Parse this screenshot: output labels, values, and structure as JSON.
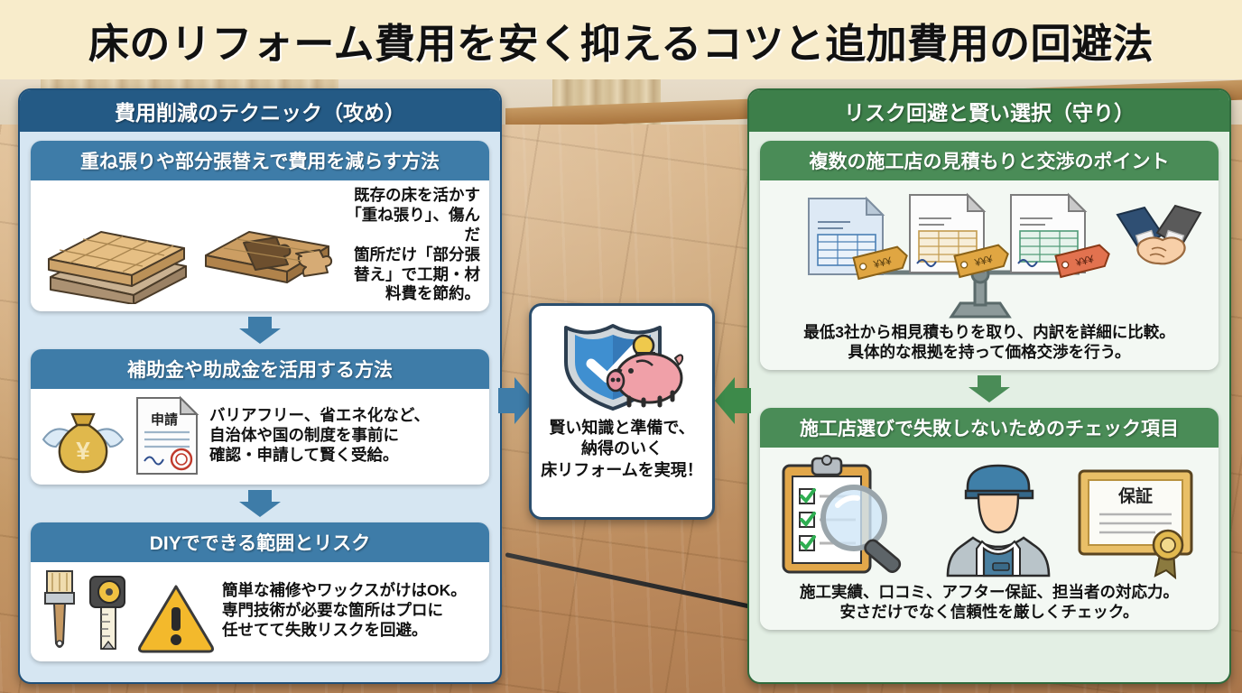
{
  "title": "床のリフォーム費用を安く抑えるコツと追加費用の回避法",
  "colors": {
    "banner_bg": "#f8eccb",
    "left_header": "#245a85",
    "left_card_header": "#3e7ca8",
    "left_panel_bg": "#d6e6f2",
    "right_header": "#3d7f4a",
    "right_card_header": "#4a8c57",
    "right_panel_bg": "#e3efe4",
    "center_border": "#2c4f6e"
  },
  "left_column": {
    "header": "費用削減のテクニック（攻め）",
    "cards": [
      {
        "header": "重ね張りや部分張替えで費用を減らす方法",
        "desc": "既存の床を活かす「重ね張り」、傷んだ\n箇所だけ「部分張替え」で工期・材料費を節約。",
        "icons": [
          "wood-planks-layered-icon",
          "wood-patch-puzzle-icon"
        ]
      },
      {
        "header": "補助金や助成金を活用する方法",
        "desc": "バリアフリー、省エネ化など、\n自治体や国の制度を事前に\n確認・申請して賢く受給。",
        "icons": [
          "money-bag-wings-icon",
          "application-form-icon"
        ]
      },
      {
        "header": "DIYでできる範囲とリスク",
        "desc": "簡単な補修やワックスがけはOK。\n専門技術が必要な箇所はプロに\n任せてて失敗リスクを回避。",
        "icons": [
          "paint-brush-icon",
          "tape-measure-icon",
          "warning-triangle-icon"
        ]
      }
    ]
  },
  "right_column": {
    "header": "リスク回避と賢い選択（守り）",
    "cards": [
      {
        "header": "複数の施工店の見積もりと交渉のポイント",
        "desc": "最低3社から相見積もりを取り、内訳を詳細に比較。\n具体的な根拠を持って価格交渉を行う。",
        "icons": [
          "quote-document-icon",
          "quote-document-icon",
          "quote-document-icon",
          "handshake-icon",
          "balance-scale-icon"
        ]
      },
      {
        "header": "施工店選びで失敗しないためのチェック項目",
        "desc": "施工実績、口コミ、アフター保証、担当者の対応力。\n安さだけでなく信頼性を厳しくチェック。",
        "icons": [
          "clipboard-checklist-icon",
          "magnifier-icon",
          "worker-person-icon",
          "warranty-certificate-icon"
        ]
      }
    ]
  },
  "center": {
    "text": "賢い知識と準備で、\n納得のいく\n床リフォームを実現！",
    "icons": [
      "shield-check-icon",
      "piggy-bank-icon"
    ]
  },
  "document_label": "申請",
  "warranty_label": "保証"
}
